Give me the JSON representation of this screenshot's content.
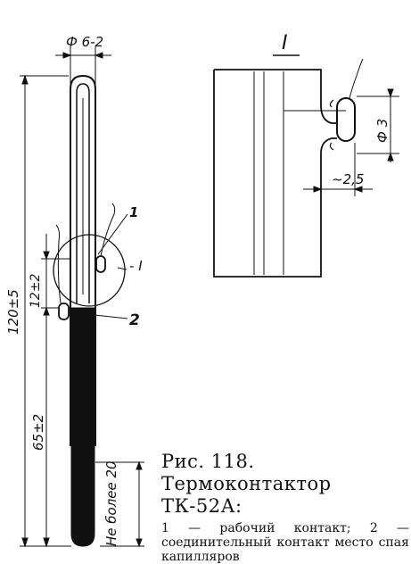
{
  "dimensions": {
    "diameter_top": "Ф 6-2",
    "height_total": "120±5",
    "capillary_offset": "12±2",
    "lower_length": "65±2",
    "bulb_limit": "Не более 20",
    "contact_diameter": "Ф 3",
    "contact_gap": "~2,5"
  },
  "labels": {
    "detail_title": "I",
    "detail_callout": "I",
    "leader_1": "1",
    "leader_2": "2"
  },
  "caption": {
    "title": "Рис. 118. Термоконтактор ТК-52А:",
    "text": "1 — рабочий контакт; 2 — соединительный контакт место спая капилляров"
  }
}
